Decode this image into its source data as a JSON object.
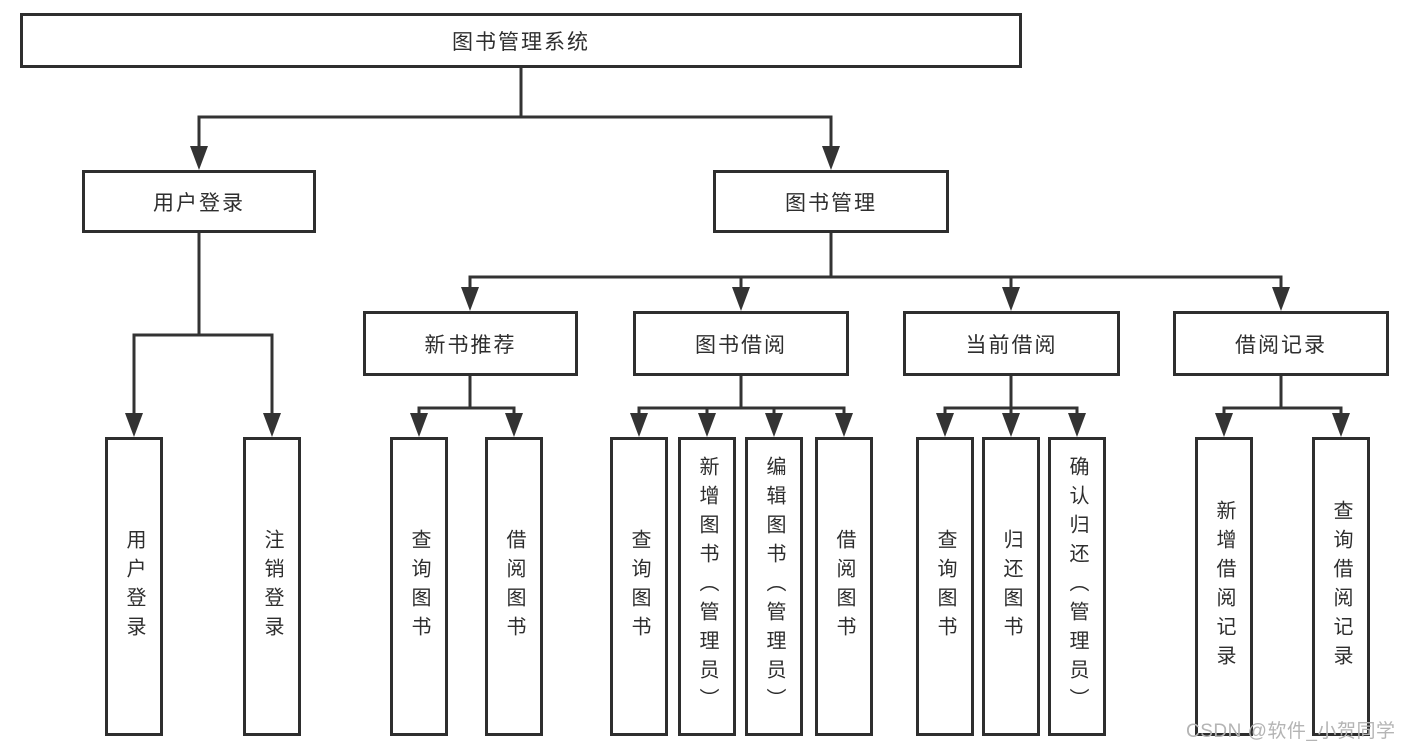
{
  "colors": {
    "line": "#333333",
    "box_border": "#2e2e2e",
    "text": "#2e2e2e",
    "watermark": "#b4b4b4",
    "background": "#ffffff"
  },
  "tree": {
    "label": "图书管理系统",
    "children": [
      {
        "label": "用户登录",
        "children": [
          {
            "label": "用户登录"
          },
          {
            "label": "注销登录"
          }
        ]
      },
      {
        "label": "图书管理",
        "children": [
          {
            "label": "新书推荐",
            "children": [
              {
                "label": "查询图书"
              },
              {
                "label": "借阅图书"
              }
            ]
          },
          {
            "label": "图书借阅",
            "children": [
              {
                "label": "查询图书"
              },
              {
                "label": "新增图书（管理员）"
              },
              {
                "label": "编辑图书（管理员）"
              },
              {
                "label": "借阅图书"
              }
            ]
          },
          {
            "label": "当前借阅",
            "children": [
              {
                "label": "查询图书"
              },
              {
                "label": "归还图书"
              },
              {
                "label": "确认归还（管理员）"
              }
            ]
          },
          {
            "label": "借阅记录",
            "children": [
              {
                "label": "新增借阅记录"
              },
              {
                "label": "查询借阅记录"
              }
            ]
          }
        ]
      }
    ]
  },
  "watermark": {
    "text": "CSDN @软件_小贺同学"
  }
}
